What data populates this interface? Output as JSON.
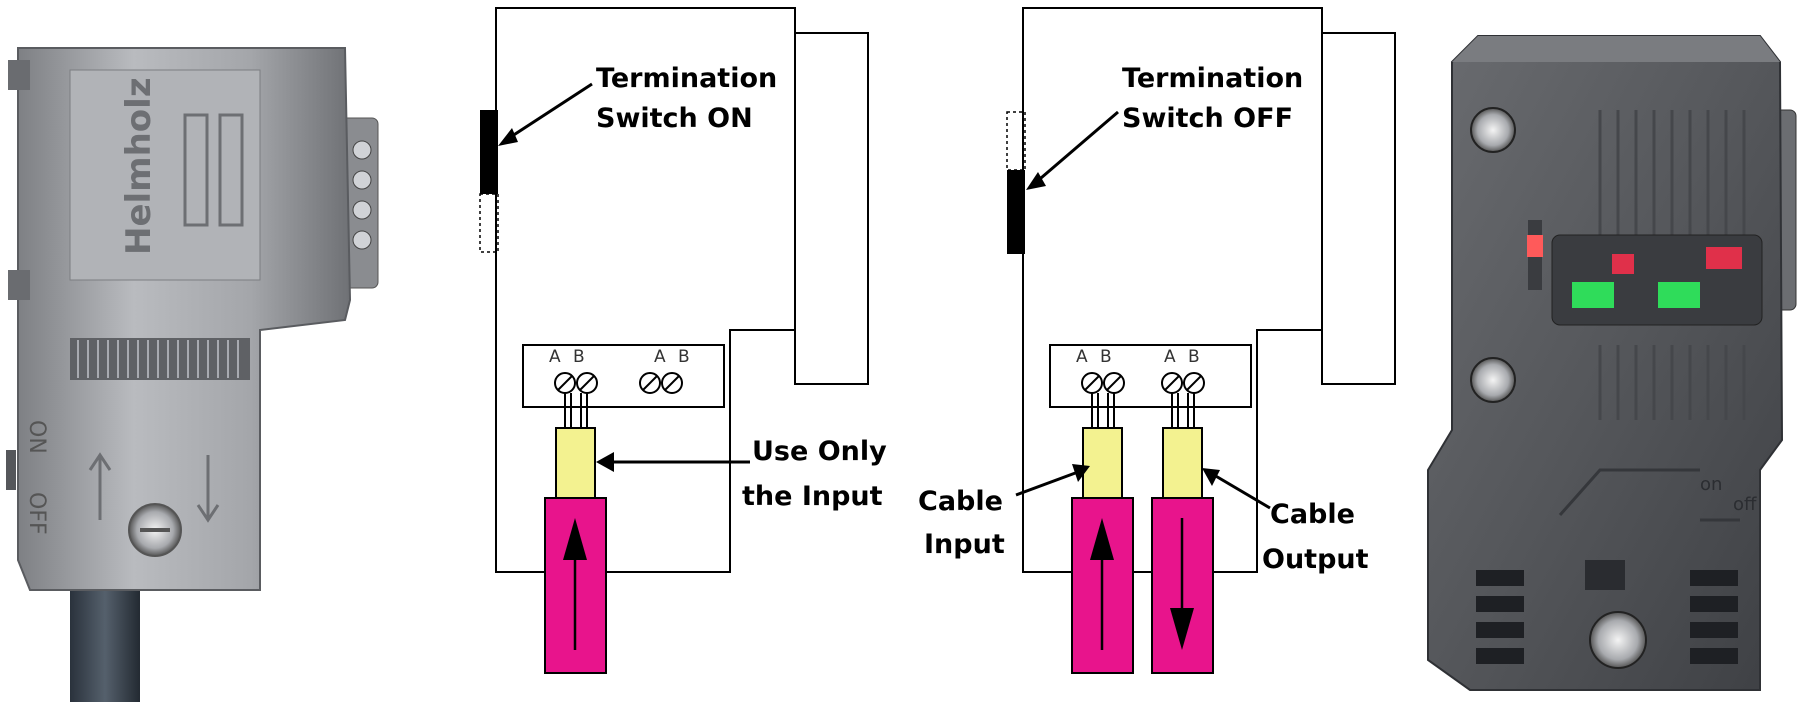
{
  "left_photo": {
    "switch_on_text": "ON",
    "switch_off_text": "OFF",
    "brand_text": "Helmholz",
    "colors": {
      "body": "#9c9ea2",
      "body_light": "#c4c6ca",
      "cable": "#3f4a57"
    }
  },
  "diagram_on": {
    "termination_label_line1": "Termination",
    "termination_label_line2": "Switch ON",
    "terminal_a1": "A",
    "terminal_b1": "B",
    "terminal_a2": "A",
    "terminal_b2": "B",
    "input_label_line1": "Use Only",
    "input_label_line2": "the Input"
  },
  "diagram_off": {
    "termination_label_line1": "Termination",
    "termination_label_line2": "Switch OFF",
    "terminal_a1": "A",
    "terminal_b1": "B",
    "terminal_a2": "A",
    "terminal_b2": "B",
    "input_label_line1": "Cable",
    "input_label_line2": "Input",
    "output_label_line1": "Cable",
    "output_label_line2": "Output"
  },
  "right_photo": {
    "switch_on_text": "on",
    "switch_off_text": "off",
    "colors": {
      "body": "#5d5f63",
      "led_green": "#2fdc5a",
      "led_red": "#e0304a",
      "switch": "#ff5a5a"
    }
  },
  "colors": {
    "cable_sleeve": "#e8148c",
    "wire_core": "#f3f290",
    "outline": "#000000"
  }
}
